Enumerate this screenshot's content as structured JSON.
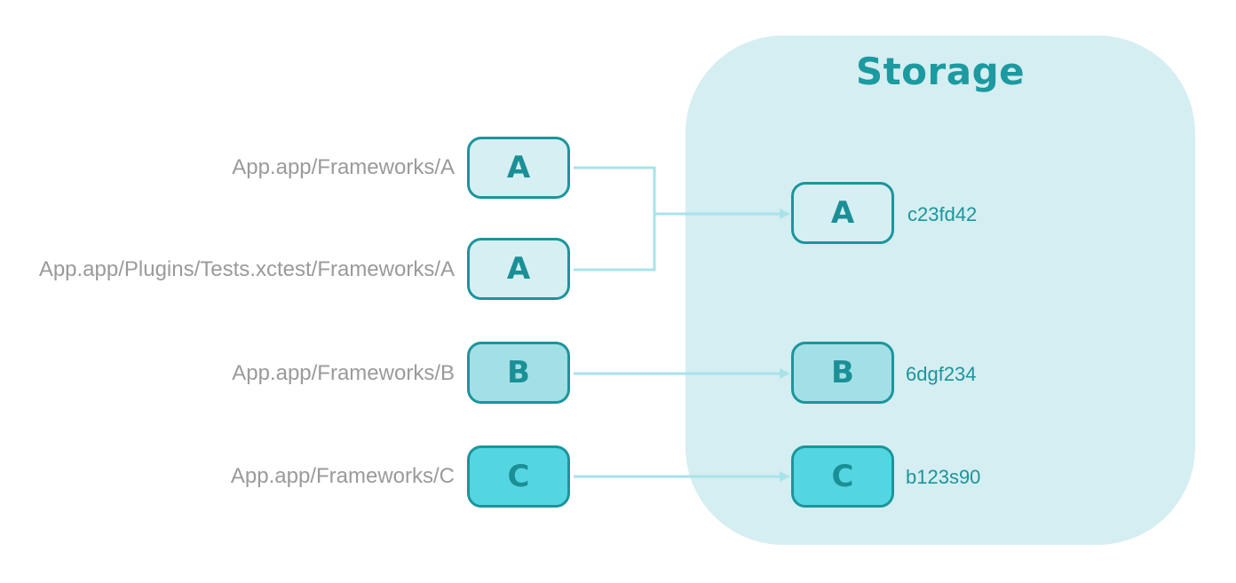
{
  "storage": {
    "title": "Storage"
  },
  "sources": [
    {
      "path": "App.app/Frameworks/A",
      "label": "A"
    },
    {
      "path": "App.app/Plugins/Tests.xctest/Frameworks/A",
      "label": "A"
    },
    {
      "path": "App.app/Frameworks/B",
      "label": "B"
    },
    {
      "path": "App.app/Frameworks/C",
      "label": "C"
    }
  ],
  "stored": [
    {
      "label": "A",
      "hash": "c23fd42"
    },
    {
      "label": "B",
      "hash": "6dgf234"
    },
    {
      "label": "C",
      "hash": "b123s90"
    }
  ],
  "colors": {
    "accent": "#1b959c",
    "connector": "#a8e3ea",
    "region": "#d5eef1",
    "node_light": "#d6eff2",
    "node_mid": "#a2e0e6",
    "node_strong": "#54d6e2",
    "path_text": "#9a9a9a"
  }
}
